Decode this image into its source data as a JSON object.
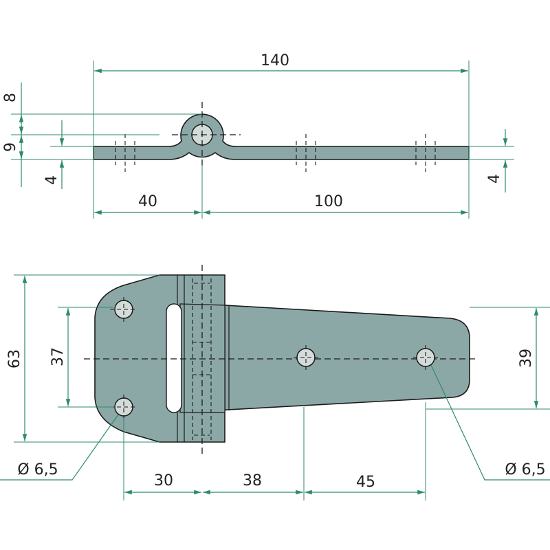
{
  "colors": {
    "part": "#8ba8a7",
    "dimension": "#2e8a6c",
    "hole": "#d4dcd9"
  },
  "side_view": {
    "overall_length": "140",
    "pin_to_end": "40",
    "pin_to_far_end": "100",
    "knuckle_top": "8",
    "knuckle_offset": "9",
    "thickness_left": "4",
    "thickness_right": "4"
  },
  "top_view": {
    "leaf_height": "63",
    "hole_spacing_left": "37",
    "wing_height": "39",
    "hole_to_pin": "30",
    "pin_to_hole": "38",
    "hole_to_hole": "45",
    "hole_dia_left": "Ø 6,5",
    "hole_dia_right": "Ø 6,5"
  }
}
